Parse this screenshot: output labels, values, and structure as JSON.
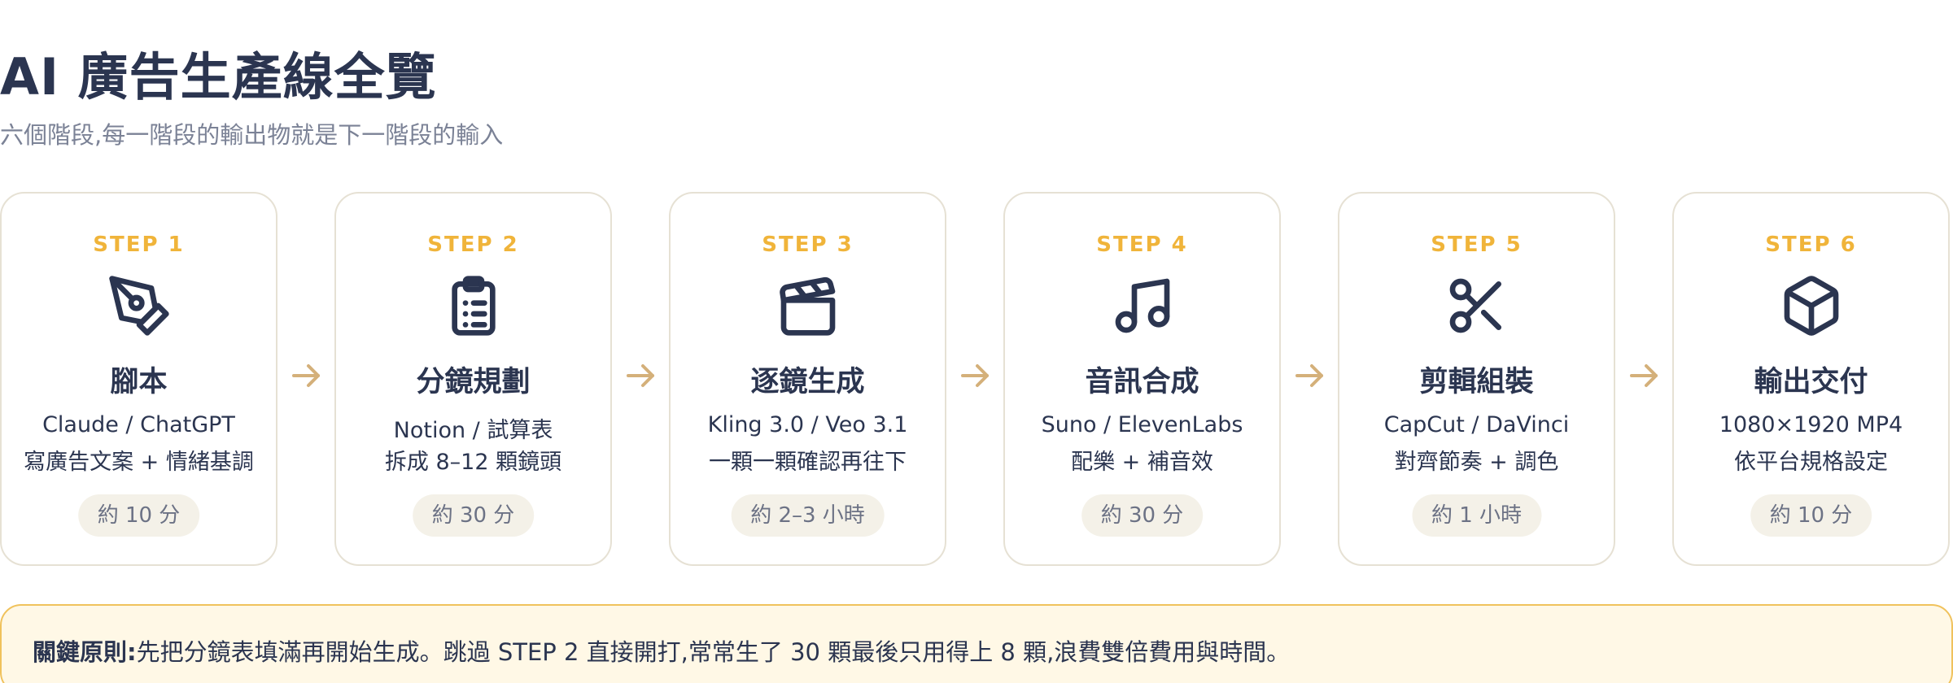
{
  "header": {
    "title": "AI 廣告生產線全覽",
    "subtitle": "六個階段,每一階段的輸出物就是下一階段的輸入"
  },
  "steps": [
    {
      "label": "STEP 1",
      "icon": "pen-nib-icon",
      "name": "腳本",
      "tools": "Claude / ChatGPT",
      "desc": "寫廣告文案 + 情緒基調",
      "time": "約 10 分"
    },
    {
      "label": "STEP 2",
      "icon": "clipboard-list-icon",
      "name": "分鏡規劃",
      "tools": "Notion / 試算表",
      "desc": "拆成 8–12 顆鏡頭",
      "time": "約 30 分"
    },
    {
      "label": "STEP 3",
      "icon": "clapperboard-icon",
      "name": "逐鏡生成",
      "tools": "Kling 3.0 / Veo 3.1",
      "desc": "一顆一顆確認再往下",
      "time": "約 2–3 小時"
    },
    {
      "label": "STEP 4",
      "icon": "music-note-icon",
      "name": "音訊合成",
      "tools": "Suno / ElevenLabs",
      "desc": "配樂 + 補音效",
      "time": "約 30 分"
    },
    {
      "label": "STEP 5",
      "icon": "scissors-icon",
      "name": "剪輯組裝",
      "tools": "CapCut / DaVinci",
      "desc": "對齊節奏 + 調色",
      "time": "約 1 小時"
    },
    {
      "label": "STEP 6",
      "icon": "package-box-icon",
      "name": "輸出交付",
      "tools": "1080×1920 MP4",
      "desc": "依平台規格設定",
      "time": "約 10 分"
    }
  ],
  "callout": {
    "label": "關鍵原則:",
    "text": "先把分鏡表填滿再開始生成。跳過 STEP 2 直接開打,常常生了 30 顆最後只用得上 8 顆,浪費雙倍費用與時間。"
  },
  "colors": {
    "step_label": "#f0b43a",
    "heading": "#2b3550",
    "arrow": "#d4b07a",
    "callout_border": "#f0c25c",
    "callout_bg": "#fff8e6"
  }
}
